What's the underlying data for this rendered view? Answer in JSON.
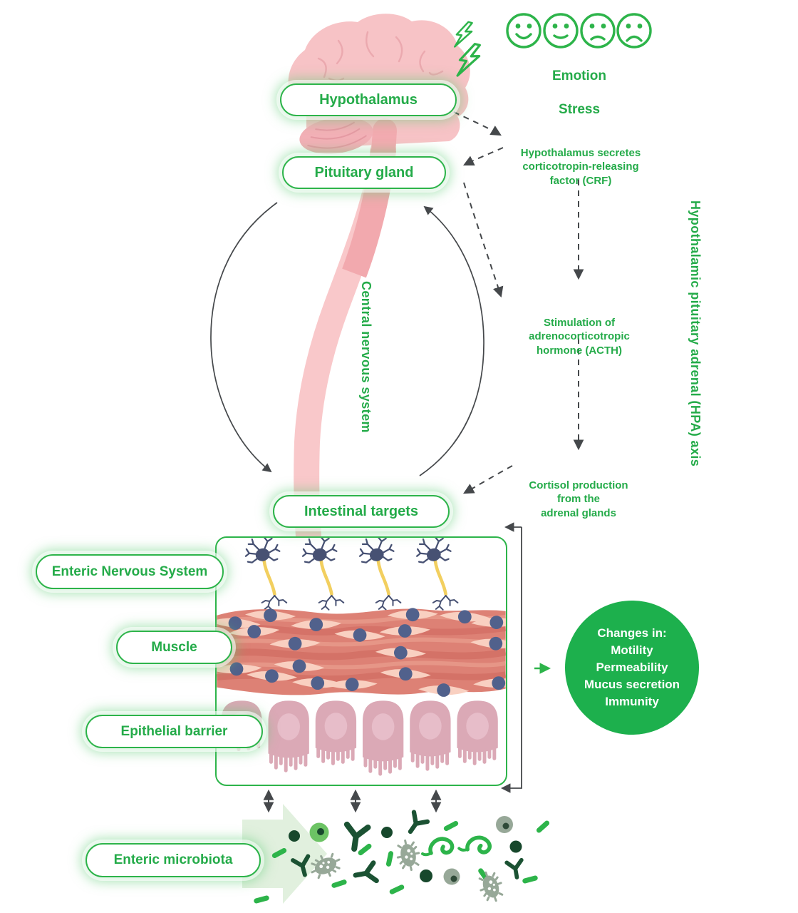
{
  "palette": {
    "accent_green": "#2db44a",
    "text_green": "#24ab49",
    "circle_green": "#1db04d",
    "arrow_gray": "#45484b",
    "brain_pink": "#f7c3c6",
    "brain_line_pink": "#eba9af",
    "cord_pink_light": "#f9c8ca",
    "cord_pink_dark": "#f2a9ae",
    "muscle_red": "#dd8175",
    "spindle_pink": "#f9d0c1",
    "cell_nucleus_blue": "#51618c",
    "neuron_blue": "#475173",
    "axon_yellow": "#f2cf5f",
    "epithelial_pink": "#dba9b6",
    "epithelial_nucleus": "#e7bdc9",
    "microbe_dark_green": "#1b5233",
    "microbe_bright_green": "#2db44a",
    "microbe_gray": "#97a898",
    "flow_arrow_bg": "#e1f0de"
  },
  "icons": {
    "faces": [
      "happy-face",
      "slightly-happy-face",
      "slightly-sad-face",
      "sad-face"
    ],
    "bolts": "lightning-bolt",
    "microbes": [
      "antibody-y",
      "rod-bacterium",
      "spiky-bacterium",
      "spirillum",
      "coccus-dot"
    ]
  },
  "emotion": {
    "label": "Emotion",
    "stress": "Stress"
  },
  "pills": {
    "hypothalamus": "Hypothalamus",
    "pituitary": "Pituitary gland",
    "intestinal": "Intestinal targets",
    "ens": "Enteric Nervous System",
    "muscle": "Muscle",
    "epithelial": "Epithelial barrier",
    "microbiota": "Enteric microbiota"
  },
  "annotations": {
    "crf": "Hypothalamus secretes\ncorticotropin-releasing\nfactor (CRF)",
    "acth": "Stimulation of\nadrenocorticotropic\nhormone (ACTH)",
    "cortisol": "Cortisol production\nfrom the\nadrenal glands"
  },
  "axis_labels": {
    "cns": "Central nervous system",
    "hpa": "Hypothalamic pituitary adrenal (HPA) axis"
  },
  "changes_circle": {
    "title": "Changes in:",
    "items": [
      "Motility",
      "Permeability",
      "Mucus secretion",
      "Immunity"
    ]
  }
}
